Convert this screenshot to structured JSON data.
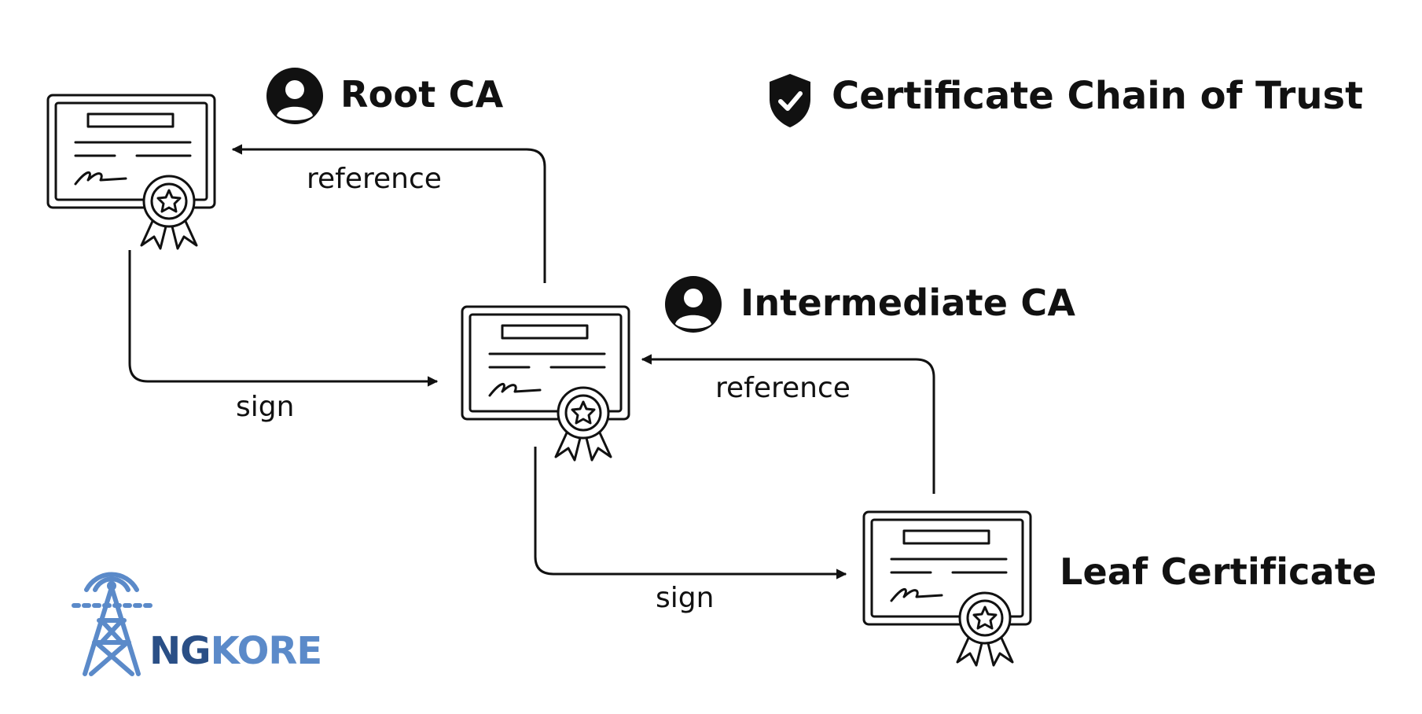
{
  "title": "Certificate Chain of Trust",
  "nodes": {
    "root": {
      "label": "Root CA"
    },
    "intermediate": {
      "label": "Intermediate CA"
    },
    "leaf": {
      "label": "Leaf Certificate"
    }
  },
  "edges": {
    "root_sign": {
      "label": "sign"
    },
    "intermediate_reference": {
      "label": "reference"
    },
    "intermediate_sign": {
      "label": "sign"
    },
    "leaf_reference": {
      "label": "reference"
    }
  },
  "logo": {
    "text": "NGKORE",
    "color_light": "#5b8ac9",
    "color_dark": "#2a4f86"
  },
  "colors": {
    "ink": "#111111",
    "background": "#ffffff"
  }
}
